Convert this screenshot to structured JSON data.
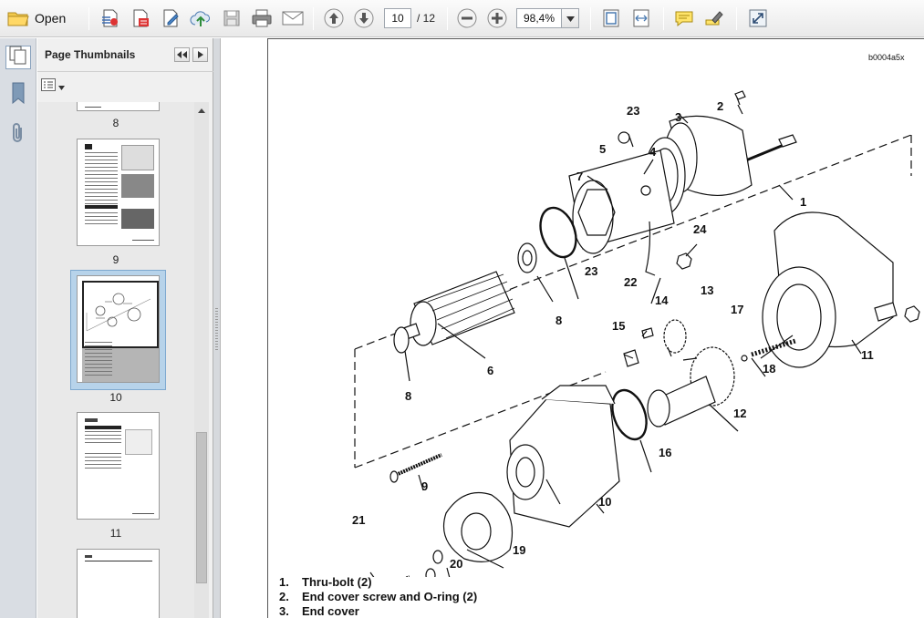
{
  "toolbar": {
    "open_label": "Open",
    "page_current": "10",
    "page_total": "/ 12",
    "zoom_value": "98,4%",
    "icons": [
      "open-folder-icon",
      "create-pdf-icon",
      "convert-pdf-icon",
      "edit-icon",
      "upload-icon",
      "save-icon",
      "print-icon",
      "email-icon",
      "prev-page-icon",
      "next-page-icon",
      "zoom-out-icon",
      "zoom-in-icon",
      "fit-page-icon",
      "fit-width-icon",
      "comment-icon",
      "highlight-icon",
      "fullscreen-icon"
    ]
  },
  "sidebar": {
    "panel_title": "Page Thumbnails",
    "icons": [
      "bookmark-icon",
      "attachment-icon"
    ],
    "thumbnails": [
      {
        "label": "8"
      },
      {
        "label": "9"
      },
      {
        "label": "10",
        "selected": true
      },
      {
        "label": "11"
      },
      {
        "label": ""
      }
    ]
  },
  "document": {
    "figure_code": "b0004a5x",
    "callouts": [
      "1",
      "2",
      "3",
      "4",
      "5",
      "6",
      "7",
      "8",
      "8",
      "9",
      "10",
      "11",
      "12",
      "13",
      "14",
      "15",
      "16",
      "17",
      "18",
      "19",
      "20",
      "21",
      "22",
      "23",
      "23",
      "24"
    ],
    "legend": [
      {
        "num": "1.",
        "text": "Thru-bolt (2)"
      },
      {
        "num": "2.",
        "text": "End cover screw and O-ring (2)"
      },
      {
        "num": "3.",
        "text": "End cover"
      }
    ]
  },
  "colors": {
    "toolbar_bg": "#ececec",
    "panel_bg": "#f0f0f0",
    "selected_thumb": "#b7d3ea",
    "accent_blue": "#3d6cb1"
  }
}
